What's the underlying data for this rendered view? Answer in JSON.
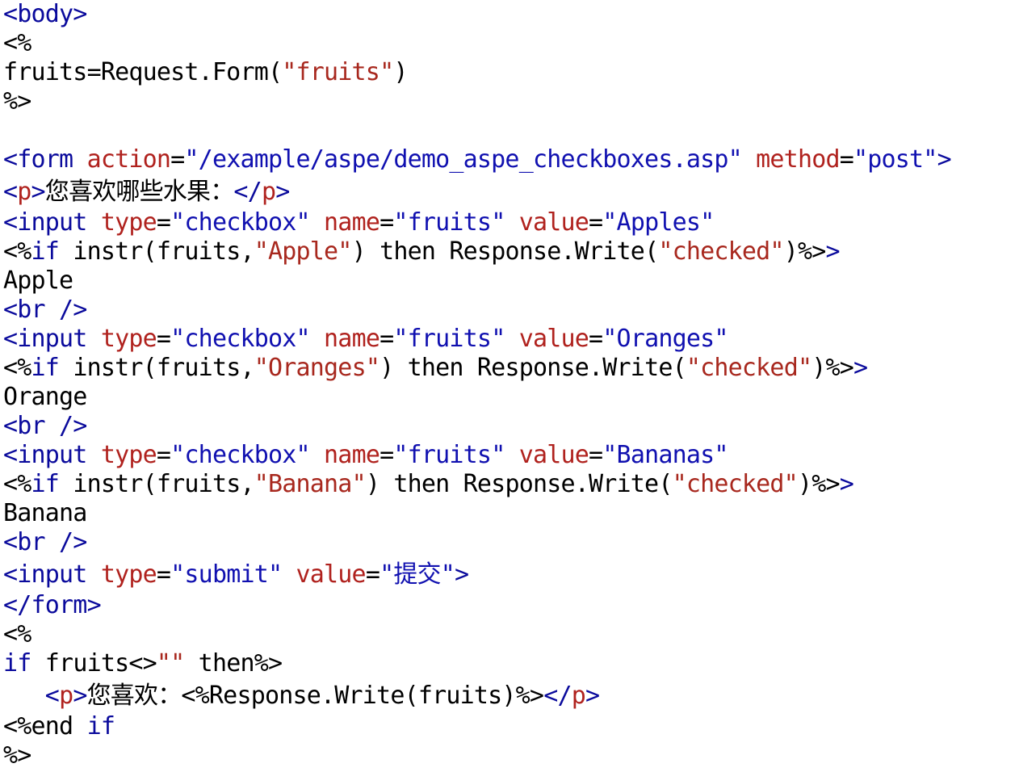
{
  "colors": {
    "tag": "#0a0a9c",
    "attribute": "#b0221e",
    "attribute_value": "#1010b0",
    "string": "#a8281e",
    "keyword": "#0a0a9c",
    "plain": "#000000",
    "background": "#ffffff"
  },
  "lines": [
    {
      "tokens": [
        {
          "t": "tag",
          "v": "<body>"
        }
      ]
    },
    {
      "tokens": [
        {
          "t": "plain",
          "v": "<%"
        }
      ]
    },
    {
      "tokens": [
        {
          "t": "plain",
          "v": "fruits=Request.Form("
        },
        {
          "t": "str",
          "v": "\"fruits\""
        },
        {
          "t": "plain",
          "v": ")"
        }
      ]
    },
    {
      "tokens": [
        {
          "t": "plain",
          "v": "%>"
        }
      ]
    },
    {
      "tokens": []
    },
    {
      "tokens": [
        {
          "t": "tag",
          "v": "<form "
        },
        {
          "t": "attr",
          "v": "action"
        },
        {
          "t": "plain",
          "v": "="
        },
        {
          "t": "val",
          "v": "\"/example/aspe/demo_aspe_checkboxes.asp\""
        },
        {
          "t": "plain",
          "v": " "
        },
        {
          "t": "attr",
          "v": "method"
        },
        {
          "t": "plain",
          "v": "="
        },
        {
          "t": "val",
          "v": "\"post\""
        },
        {
          "t": "tag",
          "v": ">"
        }
      ]
    },
    {
      "tokens": [
        {
          "t": "tag",
          "v": "<"
        },
        {
          "t": "attr",
          "v": "p"
        },
        {
          "t": "tag",
          "v": ">"
        },
        {
          "t": "plain",
          "v": "您喜欢哪些水果："
        },
        {
          "t": "tag",
          "v": "</"
        },
        {
          "t": "attr",
          "v": "p"
        },
        {
          "t": "tag",
          "v": ">"
        }
      ]
    },
    {
      "tokens": [
        {
          "t": "tag",
          "v": "<input "
        },
        {
          "t": "attr",
          "v": "type"
        },
        {
          "t": "plain",
          "v": "="
        },
        {
          "t": "val",
          "v": "\"checkbox\""
        },
        {
          "t": "plain",
          "v": " "
        },
        {
          "t": "attr",
          "v": "name"
        },
        {
          "t": "plain",
          "v": "="
        },
        {
          "t": "val",
          "v": "\"fruits\""
        },
        {
          "t": "plain",
          "v": " "
        },
        {
          "t": "attr",
          "v": "value"
        },
        {
          "t": "plain",
          "v": "="
        },
        {
          "t": "val",
          "v": "\"Apples\""
        }
      ]
    },
    {
      "tokens": [
        {
          "t": "plain",
          "v": "<%"
        },
        {
          "t": "kw",
          "v": "if"
        },
        {
          "t": "plain",
          "v": " instr(fruits,"
        },
        {
          "t": "str",
          "v": "\"Apple\""
        },
        {
          "t": "plain",
          "v": ") then Response.Write("
        },
        {
          "t": "str",
          "v": "\"checked\""
        },
        {
          "t": "plain",
          "v": ")%>"
        },
        {
          "t": "tag",
          "v": ">"
        }
      ]
    },
    {
      "tokens": [
        {
          "t": "plain",
          "v": "Apple"
        }
      ]
    },
    {
      "tokens": [
        {
          "t": "tag",
          "v": "<br />"
        }
      ]
    },
    {
      "tokens": [
        {
          "t": "tag",
          "v": "<input "
        },
        {
          "t": "attr",
          "v": "type"
        },
        {
          "t": "plain",
          "v": "="
        },
        {
          "t": "val",
          "v": "\"checkbox\""
        },
        {
          "t": "plain",
          "v": " "
        },
        {
          "t": "attr",
          "v": "name"
        },
        {
          "t": "plain",
          "v": "="
        },
        {
          "t": "val",
          "v": "\"fruits\""
        },
        {
          "t": "plain",
          "v": " "
        },
        {
          "t": "attr",
          "v": "value"
        },
        {
          "t": "plain",
          "v": "="
        },
        {
          "t": "val",
          "v": "\"Oranges\""
        }
      ]
    },
    {
      "tokens": [
        {
          "t": "plain",
          "v": "<%"
        },
        {
          "t": "kw",
          "v": "if"
        },
        {
          "t": "plain",
          "v": " instr(fruits,"
        },
        {
          "t": "str",
          "v": "\"Oranges\""
        },
        {
          "t": "plain",
          "v": ") then Response.Write("
        },
        {
          "t": "str",
          "v": "\"checked\""
        },
        {
          "t": "plain",
          "v": ")%>"
        },
        {
          "t": "tag",
          "v": ">"
        }
      ]
    },
    {
      "tokens": [
        {
          "t": "plain",
          "v": "Orange"
        }
      ]
    },
    {
      "tokens": [
        {
          "t": "tag",
          "v": "<br />"
        }
      ]
    },
    {
      "tokens": [
        {
          "t": "tag",
          "v": "<input "
        },
        {
          "t": "attr",
          "v": "type"
        },
        {
          "t": "plain",
          "v": "="
        },
        {
          "t": "val",
          "v": "\"checkbox\""
        },
        {
          "t": "plain",
          "v": " "
        },
        {
          "t": "attr",
          "v": "name"
        },
        {
          "t": "plain",
          "v": "="
        },
        {
          "t": "val",
          "v": "\"fruits\""
        },
        {
          "t": "plain",
          "v": " "
        },
        {
          "t": "attr",
          "v": "value"
        },
        {
          "t": "plain",
          "v": "="
        },
        {
          "t": "val",
          "v": "\"Bananas\""
        }
      ]
    },
    {
      "tokens": [
        {
          "t": "plain",
          "v": "<%"
        },
        {
          "t": "kw",
          "v": "if"
        },
        {
          "t": "plain",
          "v": " instr(fruits,"
        },
        {
          "t": "str",
          "v": "\"Banana\""
        },
        {
          "t": "plain",
          "v": ") then Response.Write("
        },
        {
          "t": "str",
          "v": "\"checked\""
        },
        {
          "t": "plain",
          "v": ")%>"
        },
        {
          "t": "tag",
          "v": ">"
        }
      ]
    },
    {
      "tokens": [
        {
          "t": "plain",
          "v": "Banana"
        }
      ]
    },
    {
      "tokens": [
        {
          "t": "tag",
          "v": "<br />"
        }
      ]
    },
    {
      "tokens": [
        {
          "t": "tag",
          "v": "<input "
        },
        {
          "t": "attr",
          "v": "type"
        },
        {
          "t": "plain",
          "v": "="
        },
        {
          "t": "val",
          "v": "\"submit\""
        },
        {
          "t": "plain",
          "v": " "
        },
        {
          "t": "attr",
          "v": "value"
        },
        {
          "t": "plain",
          "v": "="
        },
        {
          "t": "val",
          "v": "\"提交\""
        },
        {
          "t": "tag",
          "v": ">"
        }
      ]
    },
    {
      "tokens": [
        {
          "t": "tag",
          "v": "</form>"
        }
      ]
    },
    {
      "tokens": [
        {
          "t": "plain",
          "v": "<%"
        }
      ]
    },
    {
      "tokens": [
        {
          "t": "kw",
          "v": "if"
        },
        {
          "t": "plain",
          "v": " fruits<>"
        },
        {
          "t": "str",
          "v": "\"\""
        },
        {
          "t": "plain",
          "v": " then%>"
        }
      ]
    },
    {
      "tokens": [
        {
          "t": "plain",
          "v": "   "
        },
        {
          "t": "tag",
          "v": "<"
        },
        {
          "t": "attr",
          "v": "p"
        },
        {
          "t": "tag",
          "v": ">"
        },
        {
          "t": "plain",
          "v": "您喜欢：<%Response.Write(fruits)%>"
        },
        {
          "t": "tag",
          "v": "</"
        },
        {
          "t": "attr",
          "v": "p"
        },
        {
          "t": "tag",
          "v": ">"
        }
      ]
    },
    {
      "tokens": [
        {
          "t": "plain",
          "v": "<%end "
        },
        {
          "t": "kw",
          "v": "if"
        }
      ]
    },
    {
      "tokens": [
        {
          "t": "plain",
          "v": "%>"
        }
      ]
    }
  ]
}
